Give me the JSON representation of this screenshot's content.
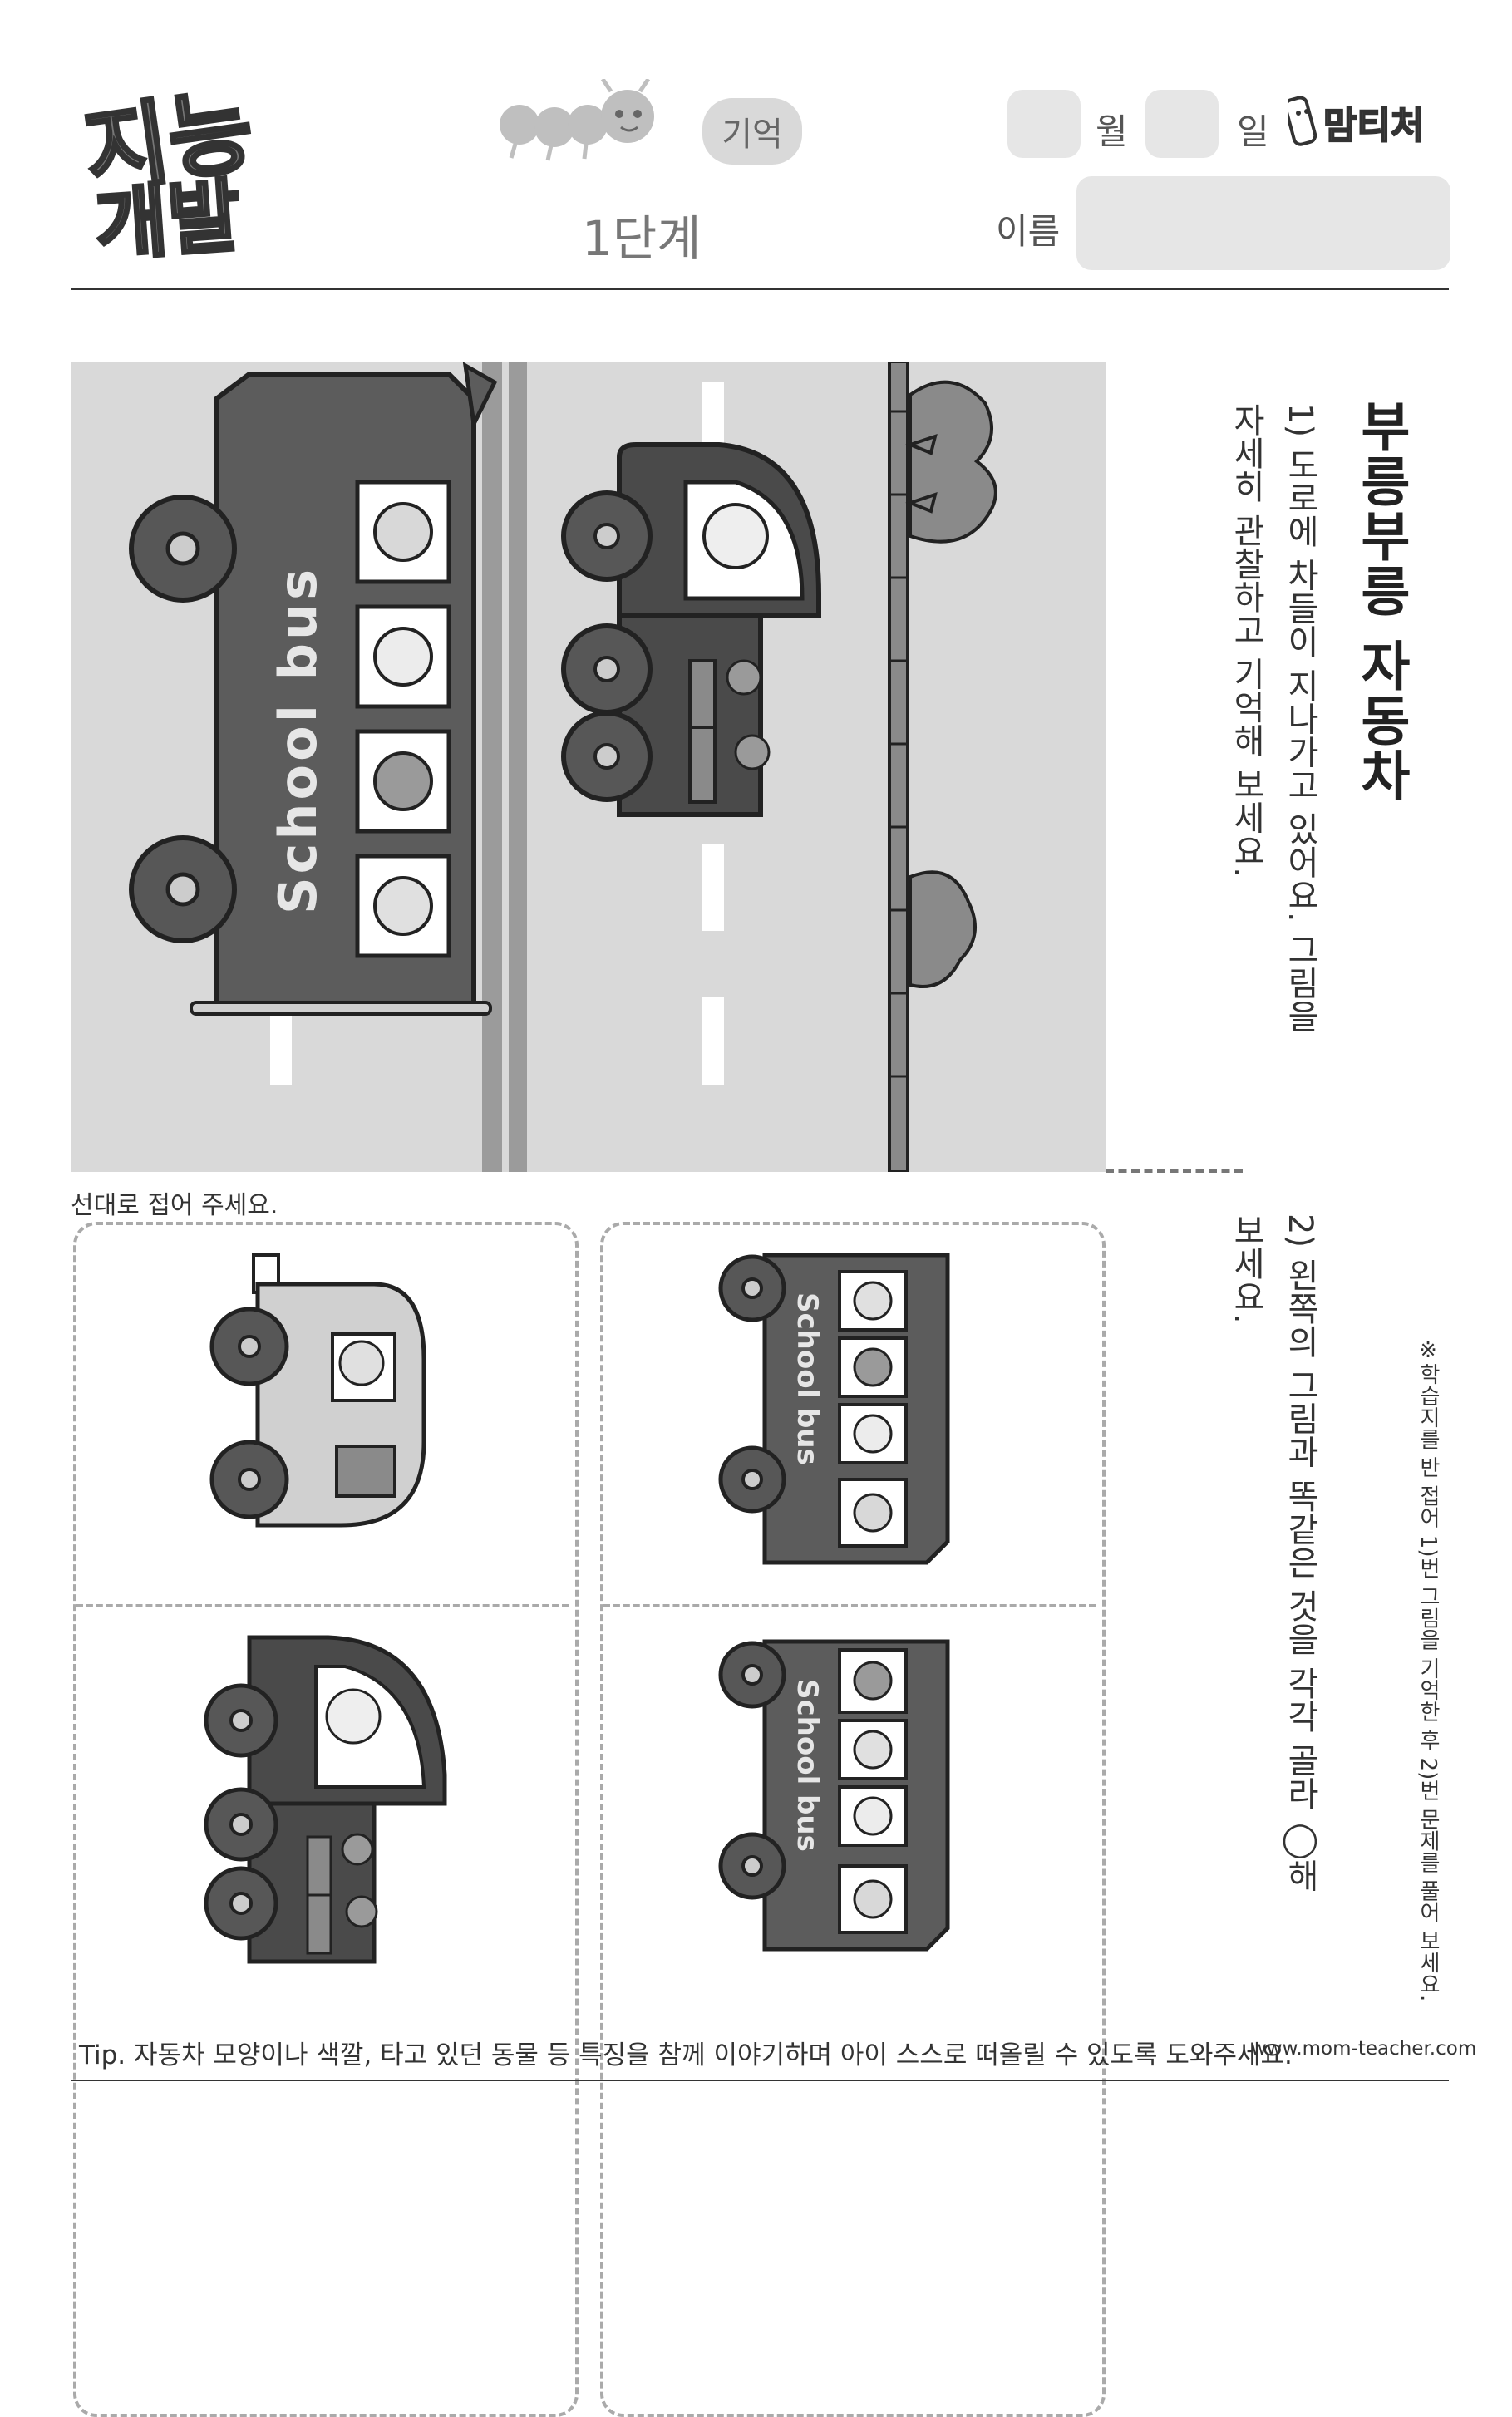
{
  "header": {
    "logo_text": "지능개발",
    "memory_badge": "기억",
    "stage": "1단계",
    "month_label": "월",
    "day_label": "일",
    "brand": "맘티처",
    "name_label": "이름"
  },
  "instructions": {
    "title": "부릉부릉 자동차",
    "step1_line1": "1) 도로에 차들이 지나가고 있어요. 그림을",
    "step1_line2": "자세히 관찰하고 기억해 보세요.",
    "step2_line1": "2) 왼쪽의 그림과 똑같은 것을 각각 골라 ◯해",
    "step2_line2": "보세요.",
    "note": "※학습지를 반 접어 1)번 그림을 기억한 후 2)번 문제를 풀어 보세요."
  },
  "fold_label": "선대로 접어 주세요.",
  "bus_text": "School bus",
  "footer": {
    "tip": "Tip. 자동차 모양이나 색깔, 타고 있던 동물 등 특징을 참께 이야기하며 아이 스스로 떠올릴 수 있도록 도와주세요.",
    "website": "www.mom-teacher.com"
  },
  "colors": {
    "road": "#d9d9d9",
    "bus_body": "#5c5c5c",
    "car_dark": "#4a4a4a",
    "wheel": "#575757",
    "tree": "#8a8a8a",
    "light_car": "#d0d0d0"
  }
}
